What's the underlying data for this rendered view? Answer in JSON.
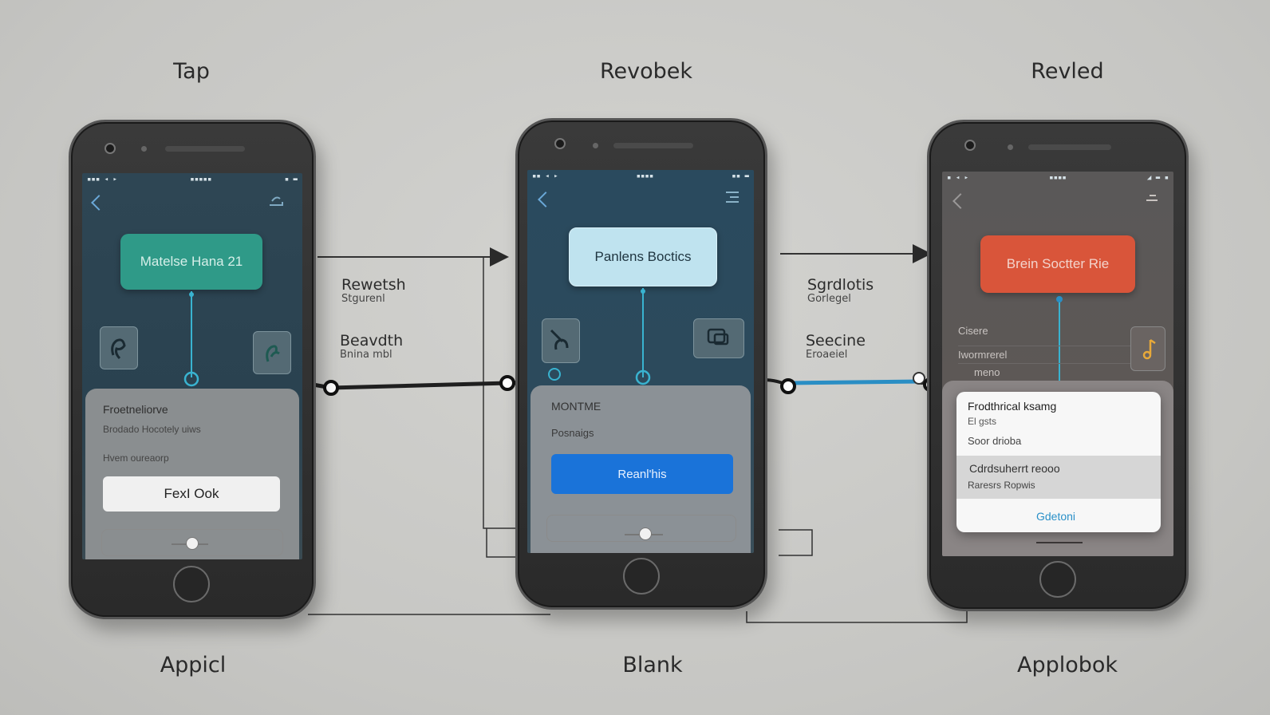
{
  "steps": [
    {
      "top_label": "Tap",
      "bottom_label": "Appicl",
      "node_label": "Matelse Hana 21",
      "sheet_title": "Froetneliorve",
      "sheet_line1": "Brodado Hocotely uiws",
      "sheet_line2": "Hvem oureaorp",
      "button_label": "FexI Ook",
      "colors": {
        "screen": "#2b4350",
        "node": "#2f9a88",
        "button": "#f0f0f0"
      }
    },
    {
      "top_label": "Revobek",
      "bottom_label": "Blank",
      "node_label": "Panlens Boctics",
      "sheet_title": "MONTME",
      "sheet_line1": "Posnaigs",
      "button_label": "Reanl'his",
      "colors": {
        "screen": "#2c4a5e",
        "node": "#bfe3ef",
        "button": "#1a73d9"
      }
    },
    {
      "top_label": "Revled",
      "bottom_label": "Applobok",
      "node_label": "Brein Soctter Rie",
      "list_items": [
        "Cisere",
        "Iwormrerel",
        "meno"
      ],
      "dialog_title": "Frodthrical ksamg",
      "dialog_line1": "El gsts",
      "dialog_line2": "Soor drioba",
      "dialog_band1": "Cdrdsuherrt reooo",
      "dialog_band2": "Raresrs Ropwis",
      "dialog_action": "Gdetoni",
      "colors": {
        "screen": "#5c5857",
        "node": "#d9553a",
        "action": "#2a90c8"
      }
    }
  ],
  "transitions": [
    {
      "title": "Rewetsh",
      "sub": "Stgurenl"
    },
    {
      "title": "Beavdth",
      "sub": "Bnina mbl"
    },
    {
      "title": "Sgrdlotis",
      "sub": "Gorlegel"
    },
    {
      "title": "Seecine",
      "sub": "Eroaeiel"
    }
  ]
}
